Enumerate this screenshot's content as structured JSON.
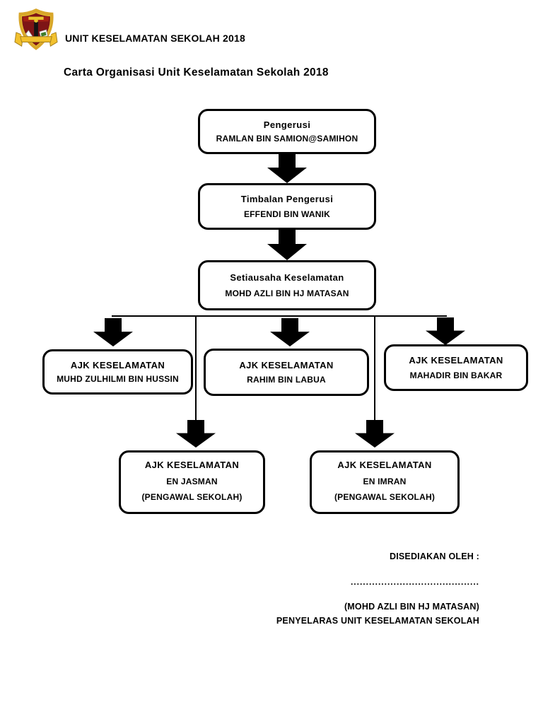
{
  "header": {
    "title": "UNIT KESELAMATAN SEKOLAH 2018",
    "logo_icon": "school-crest-icon"
  },
  "doc_title": "Carta Organisasi Unit Keselamatan Sekolah 2018",
  "chart": {
    "type": "org-chart",
    "nodes": [
      {
        "id": "pengerusi",
        "role": "Pengerusi",
        "name": "RAMLAN BIN SAMION@SAMIHON"
      },
      {
        "id": "timbalan",
        "role": "Timbalan Pengerusi",
        "name": "EFFENDI BIN WANIK"
      },
      {
        "id": "setiausaha",
        "role": "Setiausaha Keselamatan",
        "name": "MOHD AZLI BIN HJ MATASAN"
      },
      {
        "id": "ajk1",
        "role": "AJK KESELAMATAN",
        "name": "MUHD ZULHILMI BIN HUSSIN"
      },
      {
        "id": "ajk2",
        "role": "AJK KESELAMATAN",
        "name": "RAHIM BIN LABUA"
      },
      {
        "id": "ajk3",
        "role": "AJK KESELAMATAN",
        "name": "MAHADIR BIN BAKAR"
      },
      {
        "id": "ajk4",
        "role": "AJK KESELAMATAN",
        "name": "EN JASMAN",
        "note": "(PENGAWAL SEKOLAH)"
      },
      {
        "id": "ajk5",
        "role": "AJK KESELAMATAN",
        "name": "EN IMRAN",
        "note": "(PENGAWAL SEKOLAH)"
      }
    ],
    "edges": [
      "pengerusi->timbalan",
      "timbalan->setiausaha",
      "setiausaha->ajk1",
      "setiausaha->ajk2",
      "setiausaha->ajk3",
      "setiausaha->ajk4",
      "setiausaha->ajk5"
    ],
    "arrow_icon": "down-arrow-icon"
  },
  "footer": {
    "prepared_by_label": "DISEDIAKAN OLEH :",
    "signature_line": "..........................................",
    "signatory_name": "(MOHD AZLI BIN HJ MATASAN)",
    "signatory_title": "PENYELARAS UNIT KESELAMATAN SEKOLAH"
  },
  "colors": {
    "ink": "#000000",
    "crest_maroon": "#7e1416",
    "crest_red": "#a32014",
    "crest_gold": "#d8a62a",
    "crest_yellow": "#f2c12e",
    "crest_green": "#3f7d2c"
  }
}
